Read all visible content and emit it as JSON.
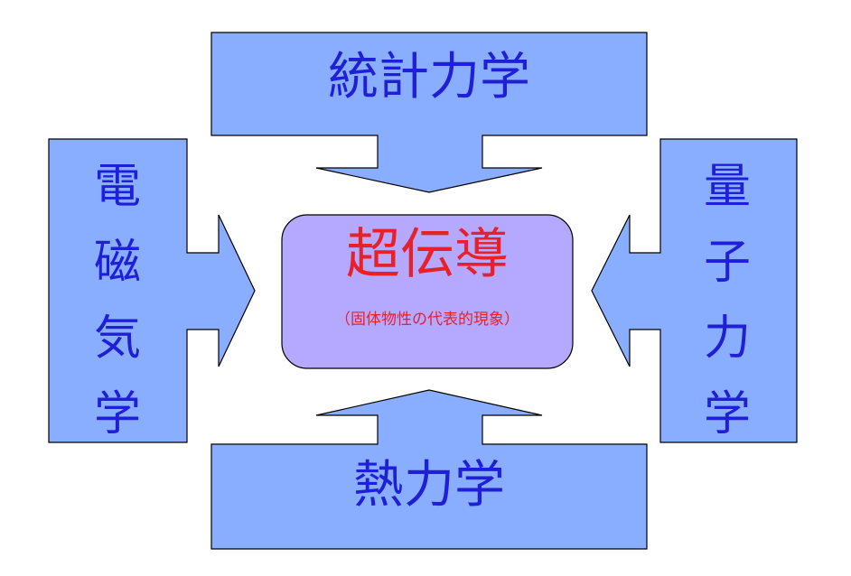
{
  "colors": {
    "arrow_fill": "#8aaeff",
    "center_fill": "#b4a9ff",
    "label_text": "#1f1fd6",
    "center_text": "#e8202a"
  },
  "arrows": {
    "top": {
      "label": "統計力学"
    },
    "bottom": {
      "label": "熱力学"
    },
    "left": {
      "chars": [
        "電",
        "磁",
        "気",
        "学"
      ]
    },
    "right": {
      "chars": [
        "量",
        "子",
        "力",
        "学"
      ]
    }
  },
  "center": {
    "title": "超伝導",
    "subtitle": "（固体物性の代表的現象）"
  }
}
